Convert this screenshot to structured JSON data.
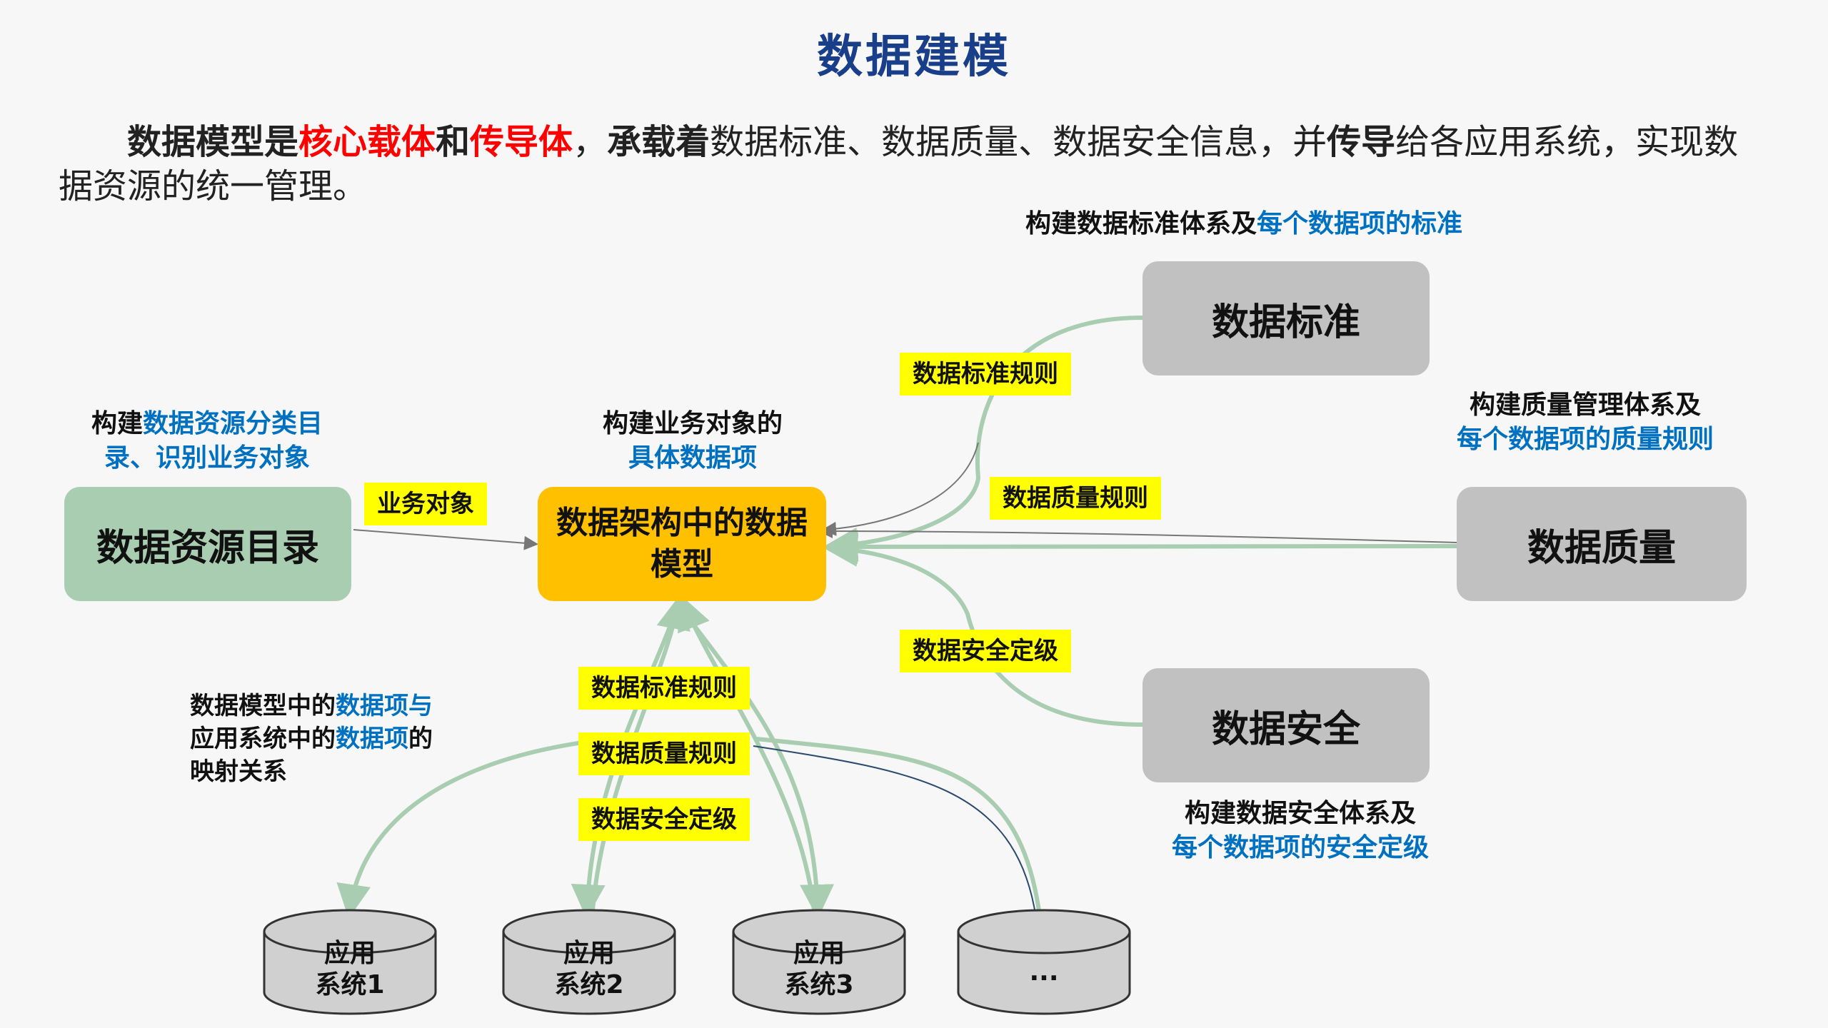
{
  "title": "数据建模",
  "intro": {
    "p1": "数据模型是",
    "p2": "核心载体",
    "p3": "和",
    "p4": "传导体",
    "p5": "，",
    "p6": "承载着",
    "p7": "数据标准、数据质量、数据安全信息，并",
    "p8": "传导",
    "p9": "给各应用系统，实现数据资源的统一管理。"
  },
  "boxes": {
    "catalog": "数据资源目录",
    "model": "数据架构中的数据模型",
    "standard": "数据标准",
    "quality": "数据质量",
    "security": "数据安全"
  },
  "tags": {
    "business_object": "业务对象",
    "std_rule_top": "数据标准规则",
    "quality_rule_top": "数据质量规则",
    "security_level_top": "数据安全定级",
    "std_rule_bottom": "数据标准规则",
    "quality_rule_bottom": "数据质量规则",
    "security_level_bottom": "数据安全定级"
  },
  "notes": {
    "catalog": {
      "a": "构建",
      "b": "数据资源分类目录、识别业务对象"
    },
    "model": {
      "a": "构建业务对象的",
      "b": "具体数据项"
    },
    "standard": {
      "a": "构建数据标准体系及",
      "b": "每个数据项的标准"
    },
    "quality": {
      "a": "构建质量管理体系及",
      "b": "每个数据项的质量规则"
    },
    "security": {
      "a": "构建数据安全体系及",
      "b": "每个数据项的安全定级"
    },
    "mapping": {
      "a": "数据模型中的",
      "b": "数据项与",
      "c": "应用系统中的",
      "d": "数据项",
      "e": "的",
      "f": "映射关系"
    }
  },
  "systems": [
    {
      "l1": "应用",
      "l2": "系统1"
    },
    {
      "l1": "应用",
      "l2": "系统2"
    },
    {
      "l1": "应用",
      "l2": "系统3"
    },
    {
      "l1": "...",
      "l2": ""
    }
  ],
  "colors": {
    "title": "#1a3f8a",
    "highlight_red": "#ff0000",
    "highlight_blue": "#0070c0",
    "tag_yellow": "#ffff00",
    "model_orange": "#ffc000",
    "box_gray": "#c1c1c1",
    "box_green": "#a9cdb0",
    "arrow_green": "#a9cdb0"
  }
}
